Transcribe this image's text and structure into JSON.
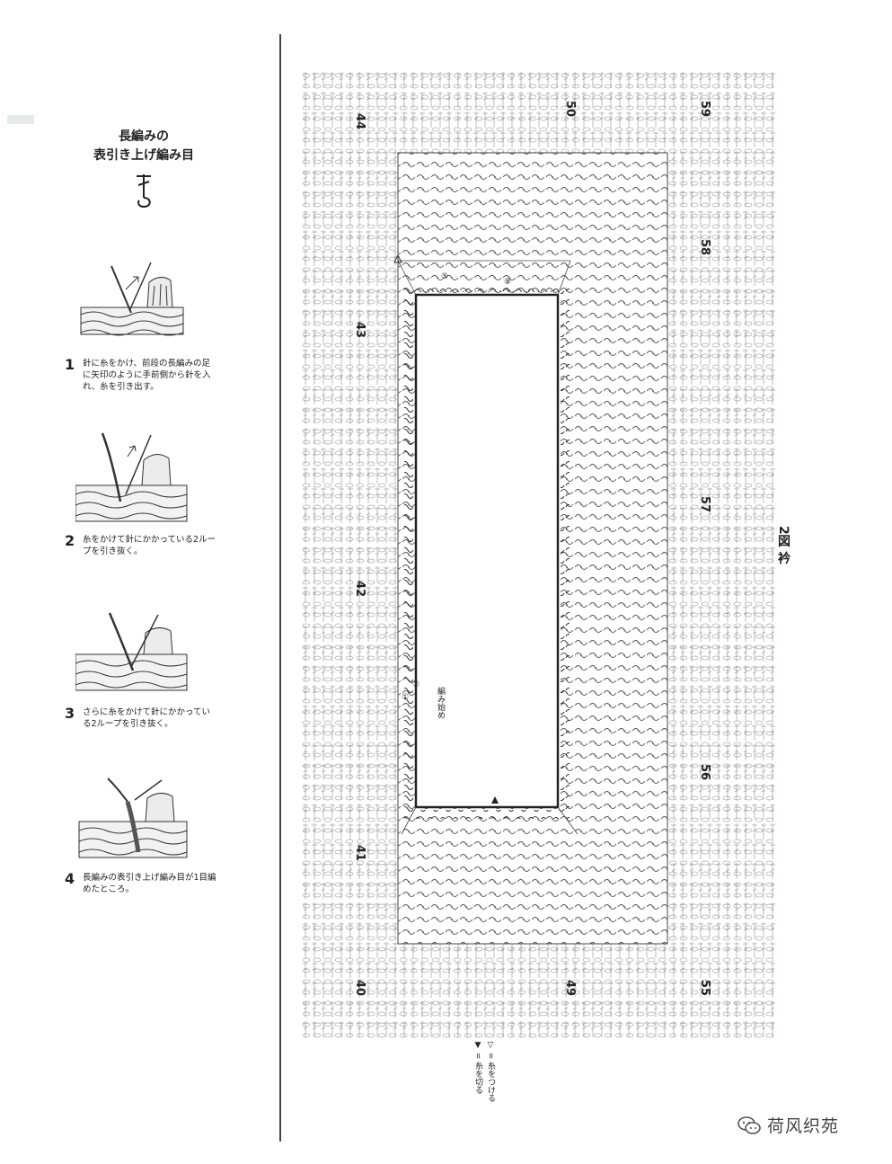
{
  "stitch": {
    "title_line1": "長編みの",
    "title_line2": "表引き上げ編み目"
  },
  "steps": [
    {
      "num": "1",
      "text": "針に糸をかけ、前段の長編みの足に矢印のように手前側から針を入れ、糸を引き出す。"
    },
    {
      "num": "2",
      "text": "糸をかけて針にかかっている2ループを引き抜く。"
    },
    {
      "num": "3",
      "text": "さらに糸をかけて針にかかっている2ループを引き抜く。"
    },
    {
      "num": "4",
      "text": "長編みの表引き上げ編み目が1目編めたところ。"
    }
  ],
  "chart": {
    "title": "2図 衿",
    "start_label": "編み始め",
    "legend_attach": "▽ = 糸をつける",
    "legend_cut": "▼ = 糸を切る",
    "motif_numbers": {
      "n44": "44",
      "n43": "43",
      "n42": "42",
      "n41": "41",
      "n40": "40",
      "n50": "50",
      "n49": "49",
      "n59": "59",
      "n58": "58",
      "n57": "57",
      "n56": "56",
      "n55": "55"
    },
    "row_markers": {
      "r1": "①",
      "r2": "②",
      "r5": "⑤",
      "r9": "⑨"
    }
  },
  "watermark": {
    "text": "荷风织苑",
    "icon": "wechat-icon"
  }
}
